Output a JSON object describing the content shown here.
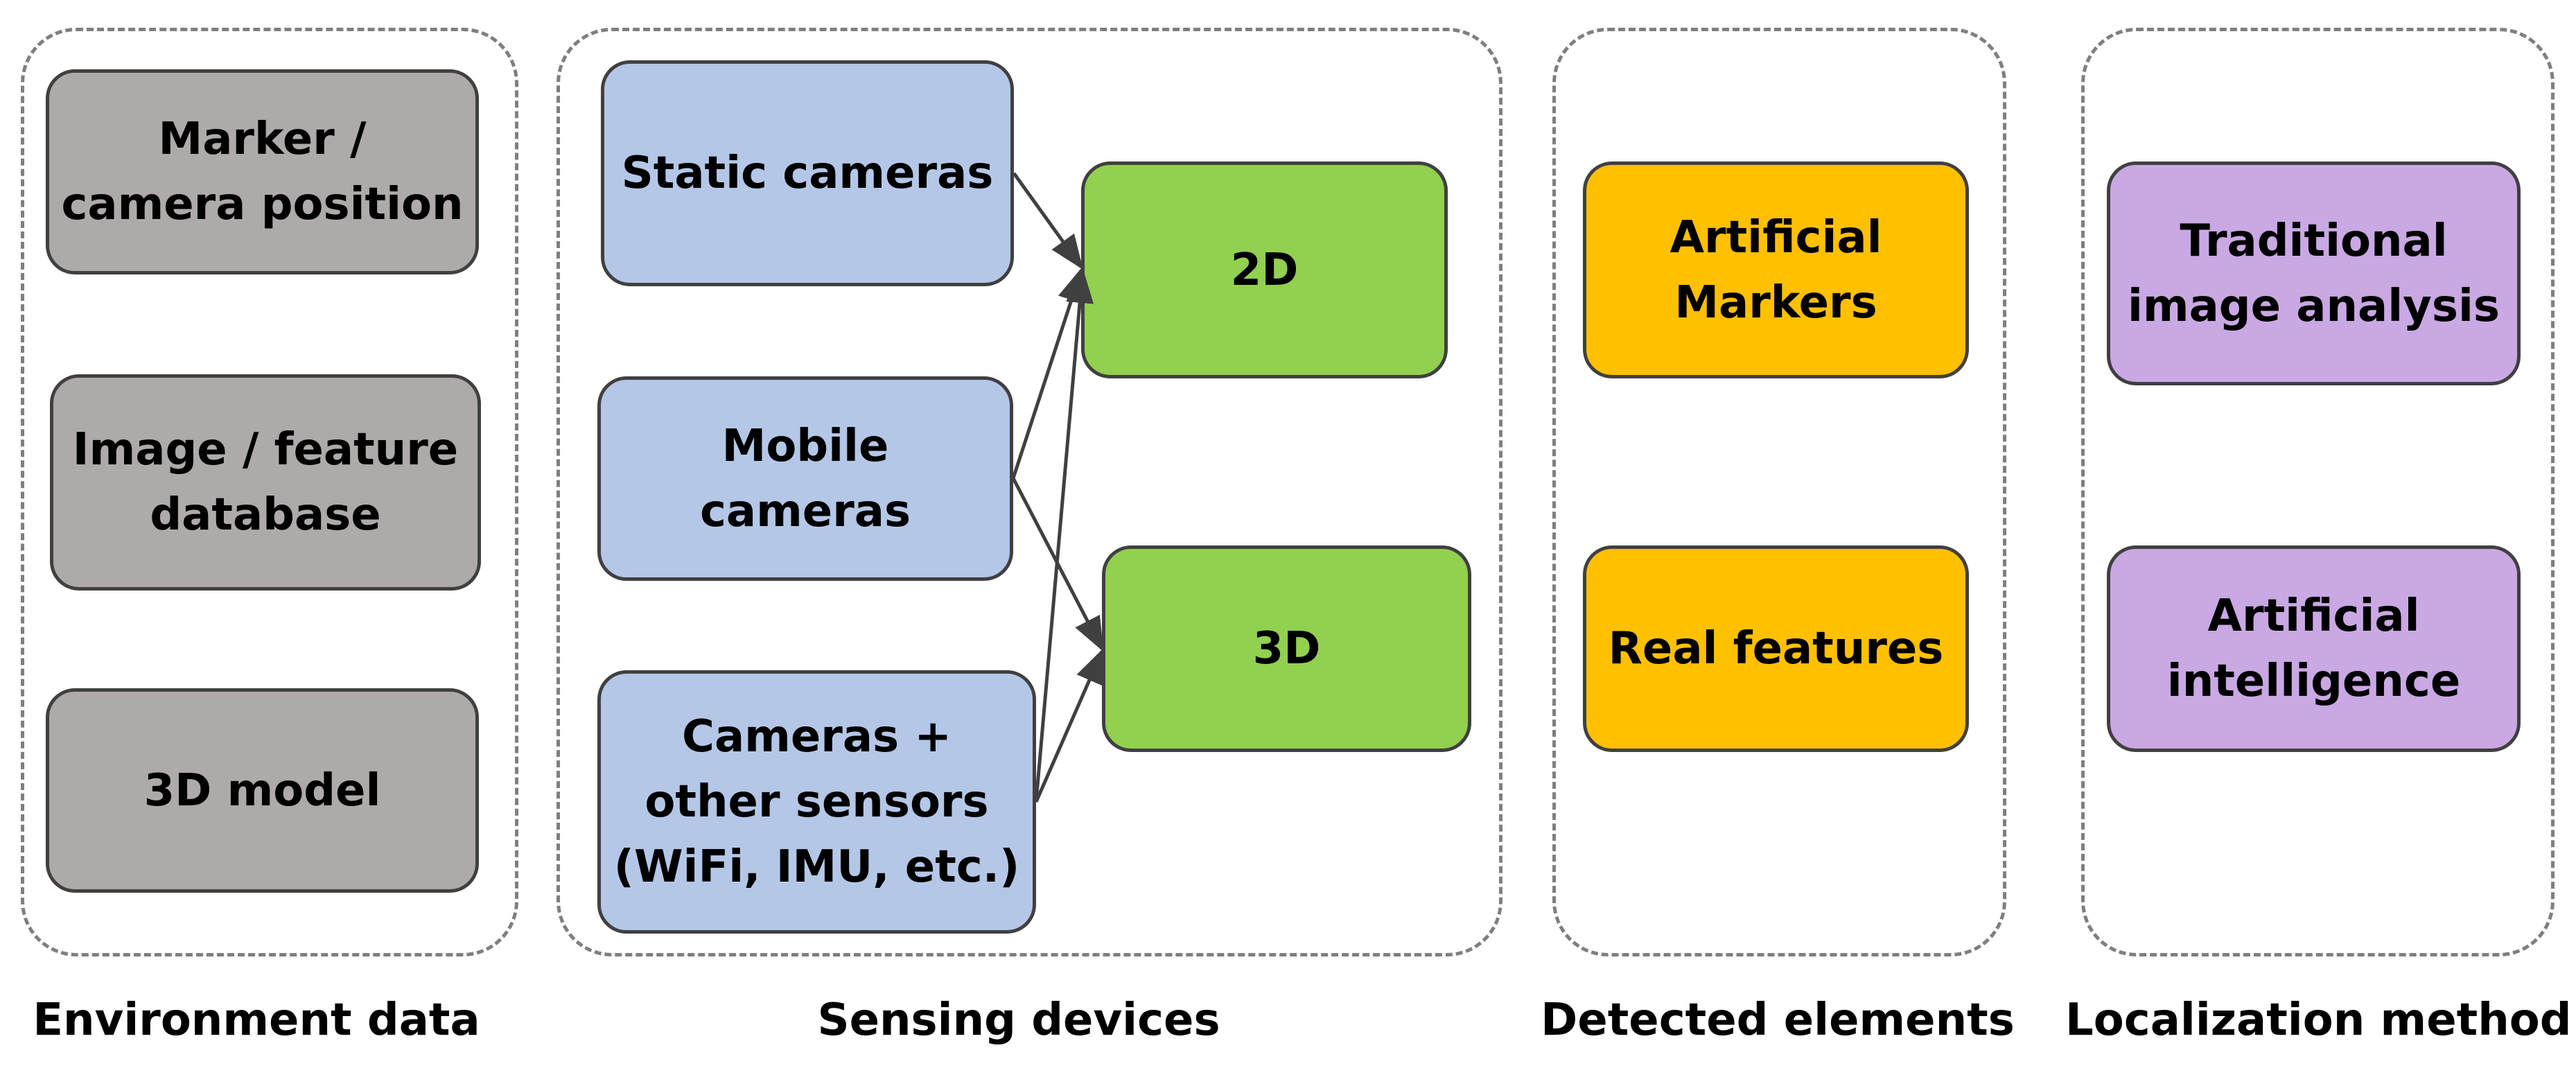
{
  "columns": {
    "environment": {
      "caption": "Environment data",
      "items": [
        "Marker /\ncamera position",
        "Image / feature\ndatabase",
        "3D model"
      ]
    },
    "sensing": {
      "caption": "Sensing devices",
      "devices": [
        "Static cameras",
        "Mobile\ncameras",
        "Cameras +\nother sensors\n(WiFi, IMU, etc.)"
      ],
      "outputs": [
        "2D",
        "3D"
      ]
    },
    "detected": {
      "caption": "Detected elements",
      "items": [
        "Artificial\nMarkers",
        "Real features"
      ]
    },
    "localization": {
      "caption": "Localization method",
      "items": [
        "Traditional\nimage analysis",
        "Artificial\nintelligence"
      ]
    }
  },
  "colors": {
    "environment": "#aeaaaa",
    "sensing_devices": "#b4c7e7",
    "sensing_outputs": "#92d050",
    "detected": "#ffc000",
    "localization": "#c9a8e3",
    "border": "#404040",
    "group_border": "#7f7f7f"
  },
  "connections": [
    {
      "from": "Static cameras",
      "to": "2D"
    },
    {
      "from": "Mobile\ncameras",
      "to": "2D"
    },
    {
      "from": "Mobile\ncameras",
      "to": "3D"
    },
    {
      "from": "Cameras +\nother sensors\n(WiFi, IMU, etc.)",
      "to": "2D"
    },
    {
      "from": "Cameras +\nother sensors\n(WiFi, IMU, etc.)",
      "to": "3D"
    }
  ]
}
